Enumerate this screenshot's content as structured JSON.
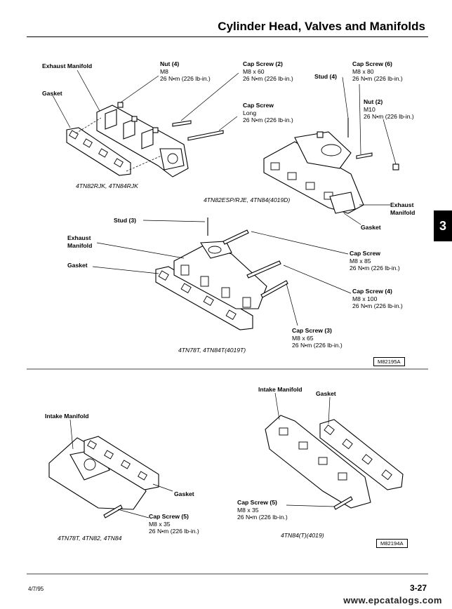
{
  "header": {
    "title": "Cylinder Head, Valves and Manifolds"
  },
  "section_tab": "3",
  "figure1": {
    "exhaust_manifold": "Exhaust Manifold",
    "gasket": "Gasket",
    "nut": {
      "name": "Nut (4)",
      "size": "M8",
      "torque": "26 N•m (226 lb-in.)"
    },
    "cap_screw": {
      "name": "Cap Screw (2)",
      "size": "M8 x 60",
      "torque": "26 N•m (226 lb-in.)"
    },
    "cap_screw_long": {
      "name": "Cap Screw",
      "size": "Long",
      "torque": "26 N•m (226 lb-in.)"
    },
    "caption": "4TN82RJK, 4TN84RJK"
  },
  "figure2": {
    "stud": "Stud (4)",
    "cap_screw": {
      "name": "Cap Screw (6)",
      "size": "M8 x 80",
      "torque": "26 N•m (226 lb-in.)"
    },
    "nut": {
      "name": "Nut (2)",
      "size": "M10",
      "torque": "26 N•m (226 lb-in.)"
    },
    "exhaust_manifold_1": "Exhaust",
    "exhaust_manifold_2": "Manifold",
    "gasket": "Gasket",
    "caption": "4TN82ESP/RJE, 4TN84(4019D)"
  },
  "figure3": {
    "stud": "Stud (3)",
    "exhaust_manifold_1": "Exhaust",
    "exhaust_manifold_2": "Manifold",
    "gasket": "Gasket",
    "cap_screw_a": {
      "name": "Cap Screw",
      "size": "M8 x 85",
      "torque": "26 N•m (226 lb-in.)"
    },
    "cap_screw_b": {
      "name": "Cap Screw (4)",
      "size": "M8 x 100",
      "torque": "26 N•m (226 lb-in.)"
    },
    "cap_screw_c": {
      "name": "Cap Screw (3)",
      "size": "M8 x 65",
      "torque": "26 N•m (226 lb-in.)"
    },
    "caption": "4TN78T, 4TN84T(4019T)",
    "ref": "M82195A"
  },
  "figure4": {
    "intake_manifold": "Intake Manifold",
    "gasket": "Gasket",
    "cap_screw": {
      "name": "Cap Screw (5)",
      "size": "M8 x 35",
      "torque": "26 N•m (226 lb-in.)"
    },
    "caption": "4TN78T, 4TN82, 4TN84"
  },
  "figure5": {
    "intake_manifold": "Intake Manifold",
    "gasket": "Gasket",
    "cap_screw": {
      "name": "Cap Screw (5)",
      "size": "M8 x 35",
      "torque": "26 N•m (226 lb-in.)"
    },
    "caption": "4TN84(T)(4019)",
    "ref": "M82194A"
  },
  "footer": {
    "date": "4/7/95",
    "page": "3-27",
    "watermark": "www.epcatalogs.com"
  }
}
